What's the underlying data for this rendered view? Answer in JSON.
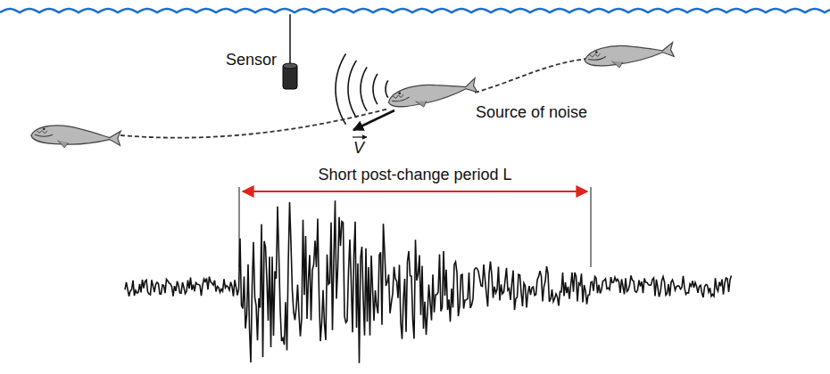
{
  "diagram": {
    "labels": [
      "Sensor",
      "Source of noise",
      "V",
      "Short post-change period L"
    ]
  }
}
